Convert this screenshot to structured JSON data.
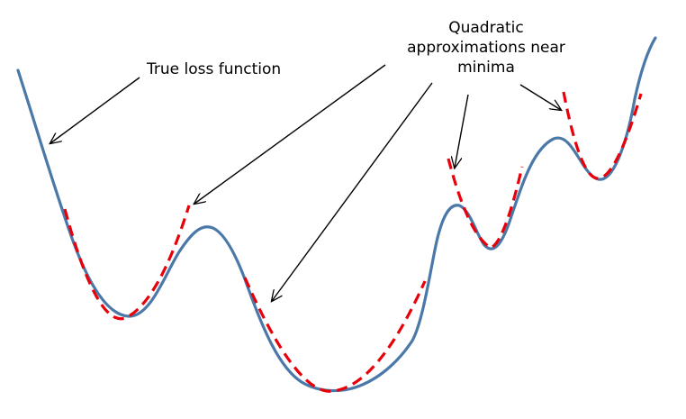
{
  "labels": {
    "true_loss": "True loss function",
    "quadratic_line1": "Quadratic",
    "quadratic_line2": "approximations near",
    "quadratic_line3": "minima"
  },
  "colors": {
    "true_loss_curve": "#4a78a8",
    "quadratic_approx": "#e8000b",
    "arrow": "#000000",
    "background": "#ffffff"
  }
}
